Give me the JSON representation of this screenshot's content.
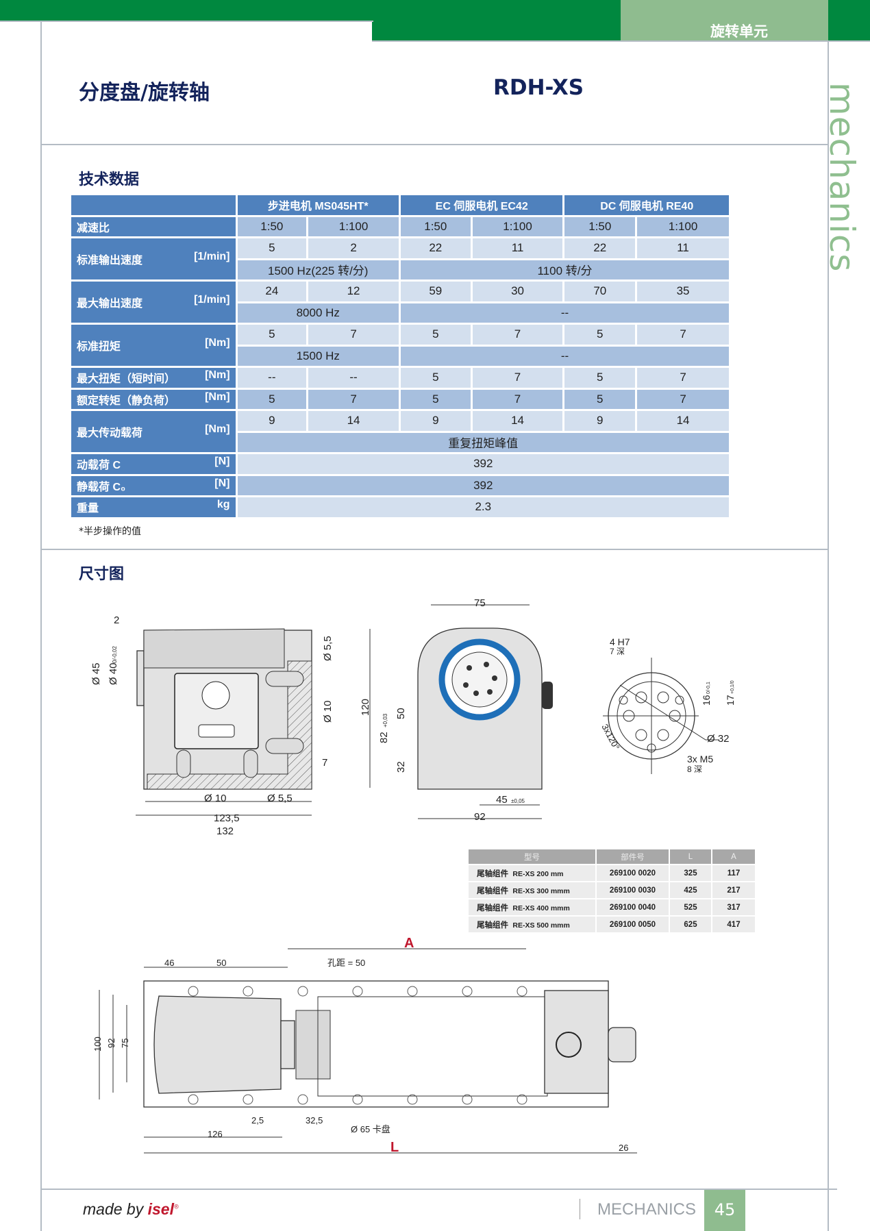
{
  "header": {
    "category": "旋转单元",
    "title": "分度盘/旋转轴",
    "model": "RDH-XS",
    "side_label": "mechanics"
  },
  "colors": {
    "green": "#00883f",
    "light_green": "#8fbc8f",
    "table_blue": "#4f81bd",
    "cell_light": "#d3dfee",
    "cell_mid": "#a7bfde",
    "red": "#c0172d"
  },
  "spec": {
    "section_title": "技术数据",
    "motors": [
      "步进电机 MS045HT*",
      "EC 伺服电机 EC42",
      "DC 伺服电机 RE40"
    ],
    "rows": {
      "ratio": {
        "label": "减速比",
        "values": [
          "1:50",
          "1:100",
          "1:50",
          "1:100",
          "1:50",
          "1:100"
        ]
      },
      "nominal_speed": {
        "label": "标准输出速度",
        "unit": "[1/min]",
        "values": [
          "5",
          "2",
          "22",
          "11",
          "22",
          "11"
        ],
        "notes": [
          "1500 Hz(225 转/分)",
          "1100 转/分"
        ]
      },
      "max_speed": {
        "label": "最大输出速度",
        "unit": "[1/min]",
        "values": [
          "24",
          "12",
          "59",
          "30",
          "70",
          "35"
        ],
        "notes": [
          "8000 Hz",
          "--"
        ]
      },
      "nominal_torque": {
        "label": "标准扭矩",
        "unit": "[Nm]",
        "values": [
          "5",
          "7",
          "5",
          "7",
          "5",
          "7"
        ],
        "notes": [
          "1500 Hz",
          "--"
        ]
      },
      "max_torque": {
        "label": "最大扭矩（短时间）",
        "unit": "[Nm]",
        "values": [
          "--",
          "--",
          "5",
          "7",
          "5",
          "7"
        ]
      },
      "rated_torque": {
        "label": "额定转矩（静负荷）",
        "unit": "[Nm]",
        "values": [
          "5",
          "7",
          "5",
          "7",
          "5",
          "7"
        ]
      },
      "max_drive_load": {
        "label": "最大传动载荷",
        "unit": "[Nm]",
        "values": [
          "9",
          "14",
          "9",
          "14",
          "9",
          "14"
        ],
        "note": "重复扭矩峰值"
      },
      "dynamic_load": {
        "label": "动载荷 C",
        "unit": "[N]",
        "value": "392"
      },
      "static_load": {
        "label": "静载荷 C₀",
        "unit": "[N]",
        "value": "392"
      },
      "weight": {
        "label": "重量",
        "unit": "kg",
        "value": "2.3"
      }
    },
    "footnote": "*半步操作的值"
  },
  "dimensions": {
    "section_title": "尺寸图",
    "side": {
      "d2": "2",
      "d45": "Ø 45",
      "d40": "Ø 40",
      "d40_tol": "0/-0,02",
      "d55r": "Ø 5,5",
      "d10r": "Ø 10",
      "d7": "7",
      "d10b": "Ø 10",
      "d55b": "Ø 5,5",
      "w1235": "123,5",
      "w132": "132"
    },
    "front": {
      "w75": "75",
      "h120": "120",
      "h82": "82",
      "h82_tol": "+0,03",
      "h50": "50",
      "h32": "32",
      "w45": "45",
      "w45_tol": "±0,05",
      "w92": "92"
    },
    "flange": {
      "h7": "4 H7",
      "h7_depth": "7 深",
      "d16": "16",
      "d16_tol": "0/-0,1",
      "d17": "17",
      "d17_tol": "+0,1/0",
      "d32": "Ø 32",
      "m5": "3x M5",
      "m5_depth": "8 深",
      "angle": "3x120°"
    },
    "assembly": {
      "A": "A",
      "L": "L",
      "d46": "46",
      "d50": "50",
      "pitch": "孔距 = 50",
      "h100": "100",
      "h92": "92",
      "h75": "75",
      "d25": "2,5",
      "d325": "32,5",
      "chuck": "Ø 65 卡盘",
      "d126": "126",
      "d26": "26"
    }
  },
  "parts_table": {
    "headers": [
      "型号",
      "部件号",
      "L",
      "A"
    ],
    "rows": [
      {
        "name": "尾轴组件",
        "model": "RE-XS 200 mm",
        "part": "269100 0020",
        "L": "325",
        "A": "117"
      },
      {
        "name": "尾轴组件",
        "model": "RE-XS 300 mmm",
        "part": "269100 0030",
        "L": "425",
        "A": "217"
      },
      {
        "name": "尾轴组件",
        "model": "RE-XS 400 mmm",
        "part": "269100 0040",
        "L": "525",
        "A": "317"
      },
      {
        "name": "尾轴组件",
        "model": "RE-XS 500 mmm",
        "part": "269100 0050",
        "L": "625",
        "A": "417"
      }
    ]
  },
  "footer": {
    "made_by": "made by",
    "brand": "isel",
    "reg": "®",
    "section": "MECHANICS",
    "page": "45"
  }
}
